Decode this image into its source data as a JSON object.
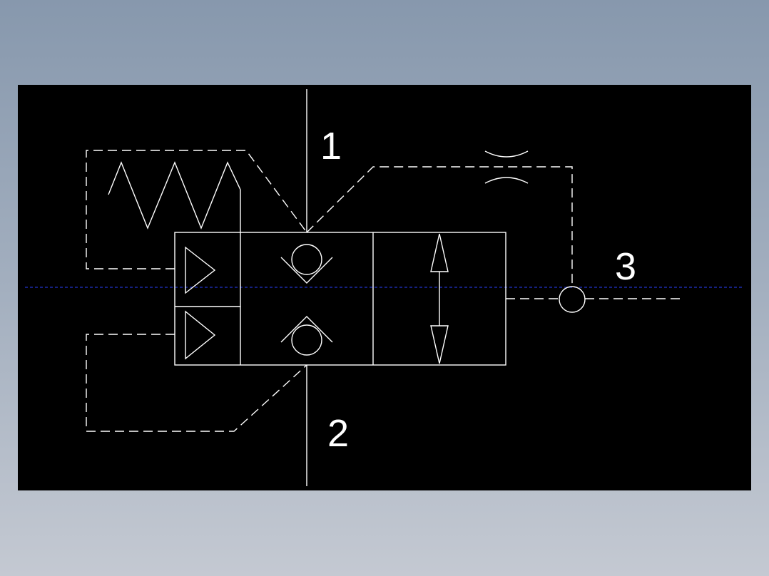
{
  "diagram": {
    "ports": [
      {
        "id": "port-1",
        "label": "1"
      },
      {
        "id": "port-2",
        "label": "2"
      },
      {
        "id": "port-3",
        "label": "3"
      }
    ],
    "colors": {
      "background": "#000000",
      "lines": "#ffffff",
      "centerline": "#2233cc",
      "frame": "#8798ad"
    },
    "symbols": [
      "spring-icon",
      "pilot-triangle-icon",
      "check-valve-icon",
      "bidirectional-arrow-icon",
      "orifice-icon",
      "junction-circle-icon"
    ]
  }
}
